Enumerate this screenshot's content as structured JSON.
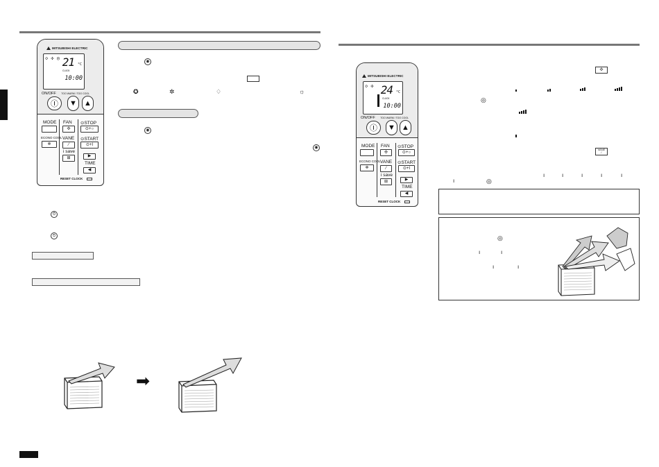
{
  "remote_left": {
    "brand": "MITSUBISHI ELECTRIC",
    "lcd_temp": "21",
    "lcd_unit": "°C",
    "lcd_clock_label": "CLOCK",
    "lcd_time": "10:00",
    "onoff_label": "ON/OFF",
    "temp_label": "TOO WARM / TOO COOL",
    "mode_label": "MODE",
    "fan_label": "FAN",
    "stop_label": "⊙STOP",
    "econo_label": "ECONO COOL",
    "vane_label": "VANE",
    "start_label": "⊙START",
    "isave_label": "i save",
    "time_label": "TIME",
    "reset_label": "RESET",
    "clock_label": "CLOCK"
  },
  "remote_right": {
    "brand": "MITSUBISHI ELECTRIC",
    "lcd_temp": "24",
    "lcd_unit": "°C",
    "lcd_clock_label": "CLOCK",
    "lcd_time": "10:00",
    "onoff_label": "ON/OFF",
    "temp_label": "TOO WARM / TOO COOL",
    "mode_label": "MODE",
    "fan_label": "FAN",
    "stop_label": "⊙STOP",
    "econo_label": "ECONO COOL",
    "vane_label": "VANE",
    "start_label": "⊙START",
    "isave_label": "i save",
    "time_label": "TIME",
    "reset_label": "RESET",
    "clock_label": "CLOCK"
  },
  "icons": {
    "fan_button_symbol": "✣",
    "vane_button_label": "VANE",
    "arrow_right": "➡"
  },
  "colors": {
    "rule": "#777777",
    "heading_fill": "#e4e4e4",
    "tab": "#111111"
  }
}
